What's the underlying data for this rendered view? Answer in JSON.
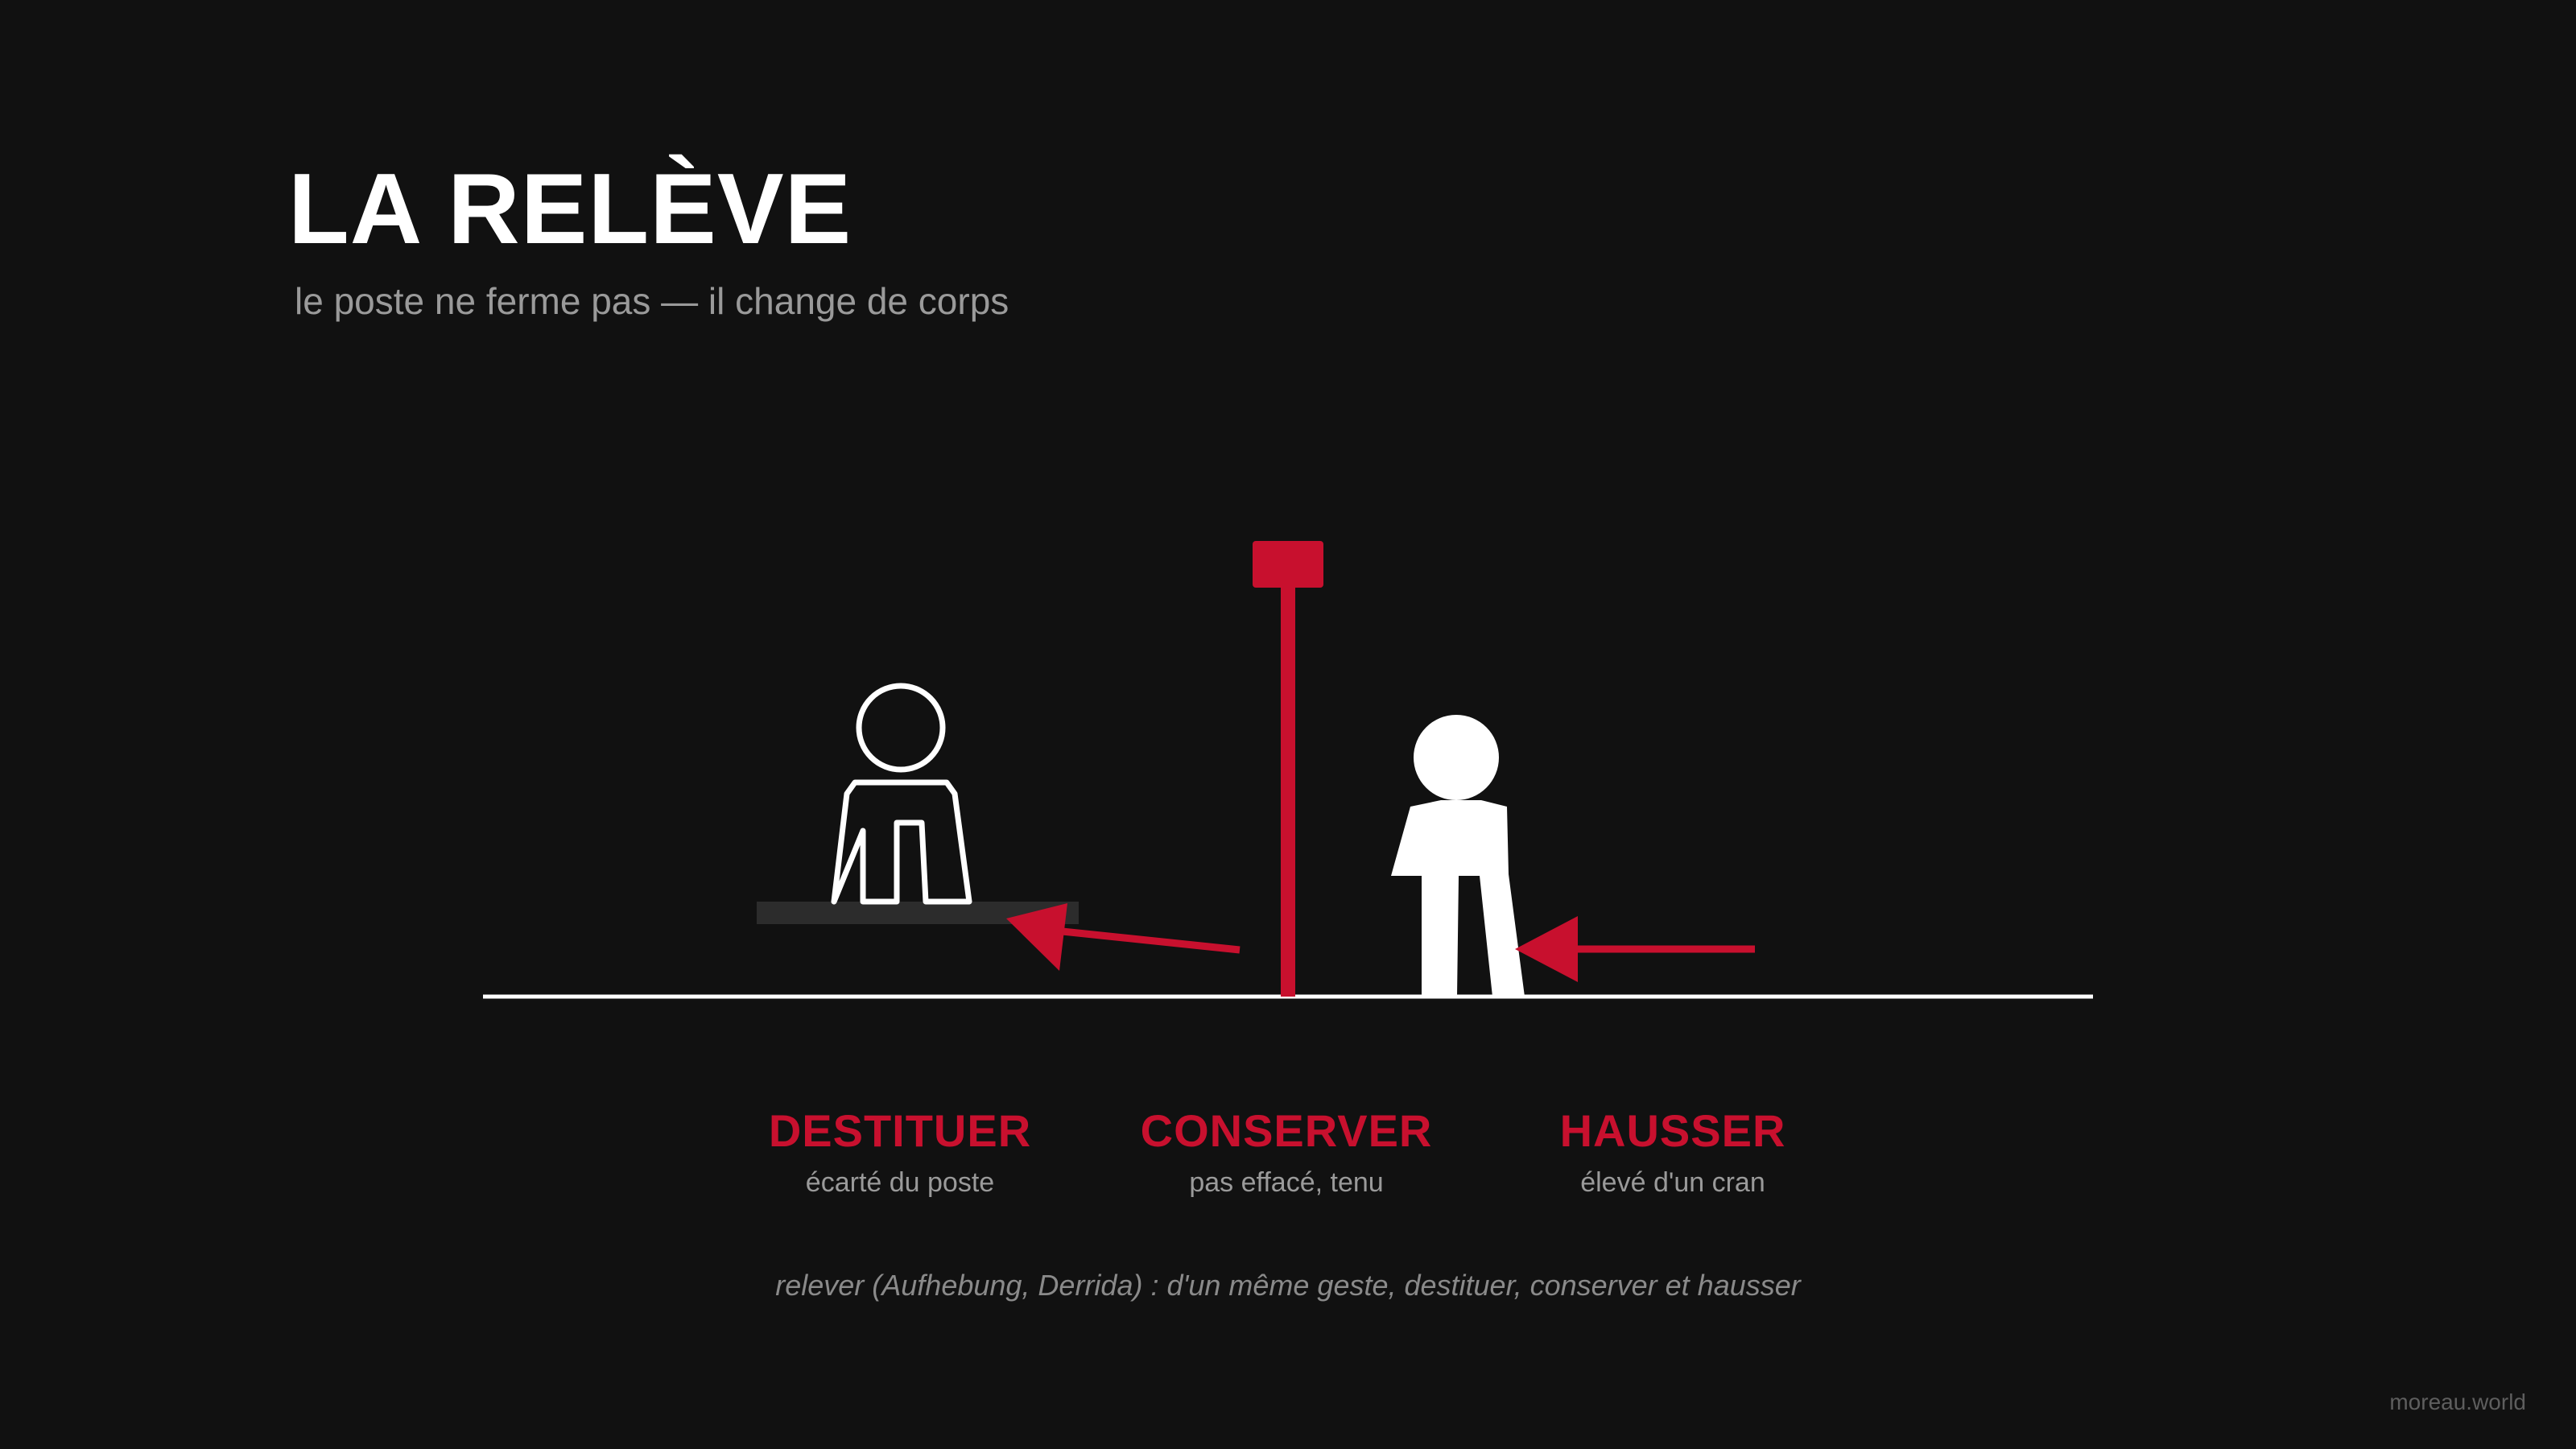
{
  "title": "LA RELÈVE",
  "subtitle": "le poste ne ferme pas — il change de corps",
  "colors": {
    "background": "#111111",
    "accent_red": "#c8102e",
    "figure": "#ffffff",
    "muted_text": "#9a9a9a",
    "seat": "#2c2c2c"
  },
  "diagram": {
    "elements": [
      {
        "name": "seated-figure",
        "style": "outline"
      },
      {
        "name": "post-pole",
        "style": "red"
      },
      {
        "name": "standing-figure",
        "style": "solid"
      },
      {
        "name": "arrow-to-seat",
        "direction": "left"
      },
      {
        "name": "arrow-to-standing",
        "direction": "left"
      }
    ]
  },
  "columns": [
    {
      "title": "DESTITUER",
      "subtitle": "écarté du poste"
    },
    {
      "title": "CONSERVER",
      "subtitle": "pas effacé, tenu"
    },
    {
      "title": "HAUSSER",
      "subtitle": "élevé d'un cran"
    }
  ],
  "footnote": "relever (Aufhebung, Derrida) : d'un même geste, destituer, conserver et hausser",
  "brand": "moreau.world"
}
